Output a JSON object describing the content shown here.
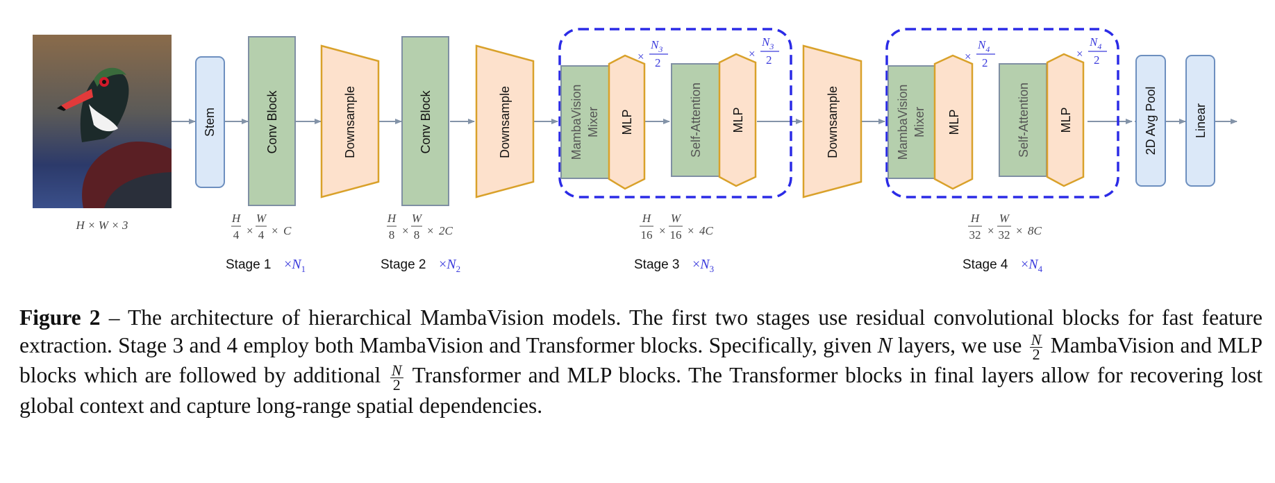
{
  "diagram": {
    "input_label": "H × W × 3",
    "stem_label": "Stem",
    "conv_block_label": "Conv Block",
    "downsample_label": "Downsample",
    "mamba_mixer_line1": "MambaVision",
    "mamba_mixer_line2": "Mixer",
    "mlp_label": "MLP",
    "self_attention_label": "Self-Attention",
    "avgpool_label": "2D Avg Pool",
    "linear_label": "Linear",
    "stage1": {
      "label": "Stage 1",
      "mult": "×",
      "n": "N",
      "sub": "1",
      "dim_num_h": "H",
      "dim_den_h": "4",
      "dim_num_w": "W",
      "dim_den_w": "4",
      "dim_c": "C"
    },
    "stage2": {
      "label": "Stage 2",
      "mult": "×",
      "n": "N",
      "sub": "2",
      "dim_num_h": "H",
      "dim_den_h": "8",
      "dim_num_w": "W",
      "dim_den_w": "8",
      "dim_c": "2C"
    },
    "stage3": {
      "label": "Stage 3",
      "mult": "×",
      "n": "N",
      "sub": "3",
      "dim_num_h": "H",
      "dim_den_h": "16",
      "dim_num_w": "W",
      "dim_den_w": "16",
      "dim_c": "4C",
      "repeat_num": "N",
      "repeat_sub": "3",
      "repeat_den": "2"
    },
    "stage4": {
      "label": "Stage 4",
      "mult": "×",
      "n": "N",
      "sub": "4",
      "dim_num_h": "H",
      "dim_den_h": "32",
      "dim_num_w": "W",
      "dim_den_w": "32",
      "dim_c": "8C",
      "repeat_num": "N",
      "repeat_sub": "4",
      "repeat_den": "2"
    },
    "times": "×"
  },
  "caption": {
    "figure_label": "Figure 2",
    "dash": "–",
    "part1": "The architecture of hierarchical MambaVision models. The first two stages use residual convolutional blocks for fast feature extraction. Stage 3 and 4 employ both MambaVision and Transformer blocks. Specifically, given",
    "n_var": "N",
    "part2": "layers, we use",
    "frac_num": "N",
    "frac_den": "2",
    "part3": "MambaVision and MLP blocks which are followed by additional",
    "part4": "Transformer and MLP blocks. The Transformer blocks in final layers allow for recovering lost global context and capture long-range spatial dependencies."
  },
  "colors": {
    "conv_green": "#b5cfad",
    "conv_border": "#7f8fa3",
    "orange_fill": "#fde1cc",
    "orange_border": "#d9a12a",
    "blue_fill": "#dbe8f8",
    "blue_border": "#6d8fbf",
    "dashed_blue": "#2b2be6",
    "arrow": "#8393a8",
    "stage_mult_blue": "#3b3bdc"
  }
}
